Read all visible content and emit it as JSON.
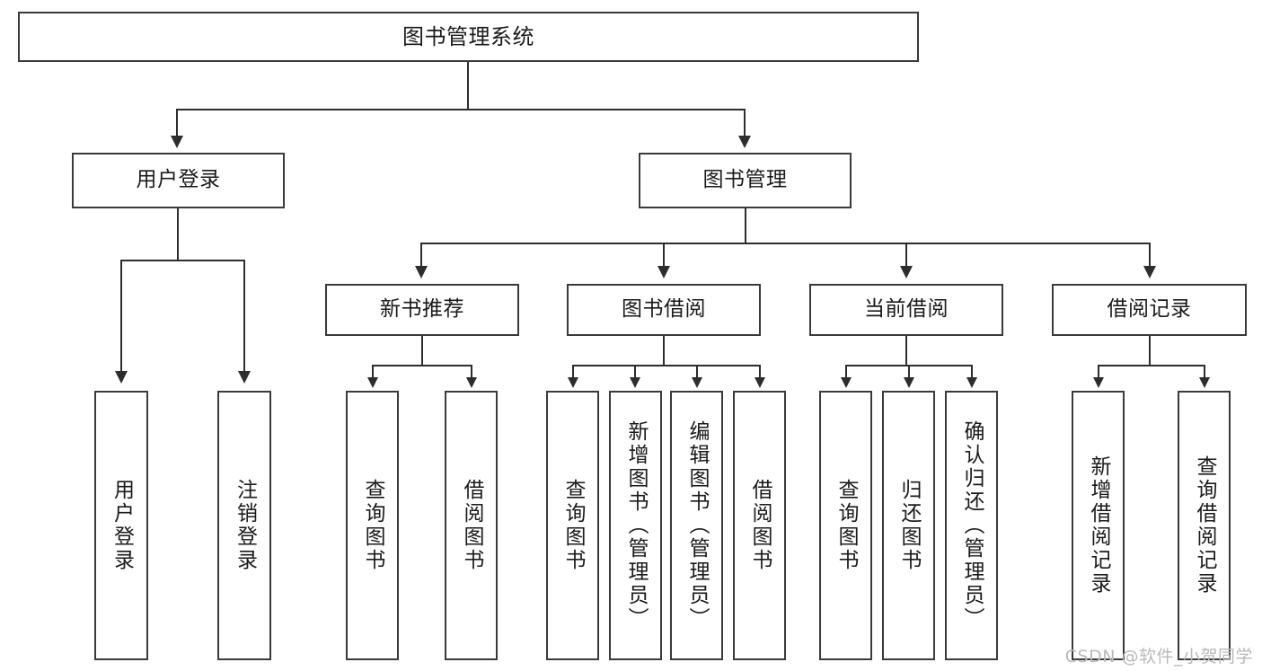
{
  "diagram": {
    "title": "图书管理系统",
    "type": "tree",
    "watermark": "CSDN @软件_小贺同学",
    "colors": {
      "box_border": "#3a3a3a",
      "connector": "#2d2d2d",
      "text": "#1a1a1a",
      "background": "#ffffff",
      "watermark": "#b9b9b9"
    },
    "levels": {
      "root": "图书管理系统",
      "level2": [
        "用户登录",
        "图书管理"
      ],
      "level3": [
        "新书推荐",
        "图书借阅",
        "当前借阅",
        "借阅记录"
      ]
    }
  },
  "nodes": {
    "root": {
      "label": "图书管理系统"
    },
    "user_login": {
      "label": "用户登录"
    },
    "book_manage": {
      "label": "图书管理"
    },
    "new_book_rec": {
      "label": "新书推荐"
    },
    "book_borrow": {
      "label": "图书借阅"
    },
    "current_borrow": {
      "label": "当前借阅"
    },
    "borrow_record": {
      "label": "借阅记录"
    },
    "leaf_user_login": {
      "label": "用户登录"
    },
    "leaf_user_logout": {
      "label": "注销登录"
    },
    "leaf_query_book_1": {
      "label": "查询图书"
    },
    "leaf_borrow_book_1": {
      "label": "借阅图书"
    },
    "leaf_query_book_2": {
      "label": "查询图书"
    },
    "leaf_add_book": {
      "label": "新增图书（管理员）"
    },
    "leaf_edit_book": {
      "label": "编辑图书（管理员）"
    },
    "leaf_borrow_book_2": {
      "label": "借阅图书"
    },
    "leaf_query_book_3": {
      "label": "查询图书"
    },
    "leaf_return_book": {
      "label": "归还图书"
    },
    "leaf_confirm_return": {
      "label": "确认归还（管理员）"
    },
    "leaf_add_record": {
      "label": "新增借阅记录"
    },
    "leaf_query_record": {
      "label": "查询借阅记录"
    }
  }
}
